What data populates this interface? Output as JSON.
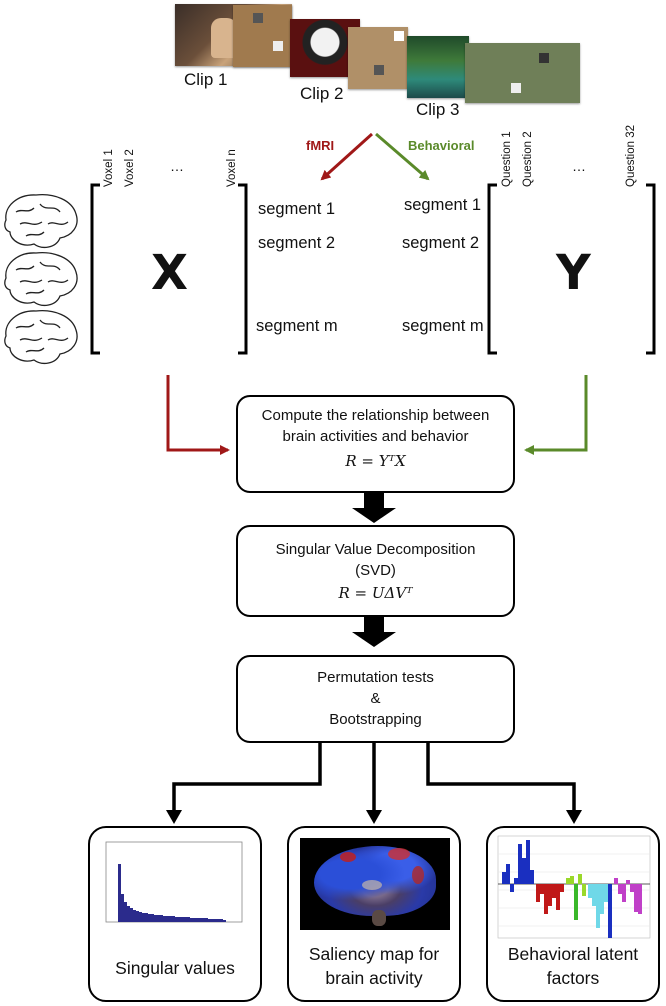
{
  "clips": {
    "clip1": "Clip 1",
    "clip2": "Clip 2",
    "clip3": "Clip 3"
  },
  "arrows": {
    "fmri": "fMRI",
    "behavioral": "Behavioral"
  },
  "x_matrix": {
    "letter": "X",
    "columns": [
      "Voxel 1",
      "Voxel 2",
      "…",
      "Voxel n"
    ],
    "rows": [
      "segment 1",
      "segment 2",
      "segment m"
    ]
  },
  "y_matrix": {
    "letter": "Y",
    "columns": [
      "Question 1",
      "Question 2",
      "…",
      "Question 32"
    ],
    "rows": [
      "segment 1",
      "segment 2",
      "segment m"
    ]
  },
  "steps": {
    "relationship": {
      "line1": "Compute the relationship between",
      "line2": "brain activities and behavior",
      "equation": "R = YᵀX"
    },
    "svd": {
      "line1": "Singular Value Decomposition",
      "line2": "(SVD)",
      "equation": "R = UΔVᵀ"
    },
    "permutation": {
      "line1": "Permutation tests",
      "line2": "&",
      "line3": "Bootstrapping"
    }
  },
  "outputs": {
    "singular_values": "Singular values",
    "saliency_line1": "Saliency map for",
    "saliency_line2": "brain activity",
    "behavioral_line1": "Behavioral latent",
    "behavioral_line2": "factors"
  },
  "colors": {
    "fmri_arrow": "#a01818",
    "behavioral_arrow": "#5a8a2a",
    "bar_blue": "#2b2b8c"
  }
}
